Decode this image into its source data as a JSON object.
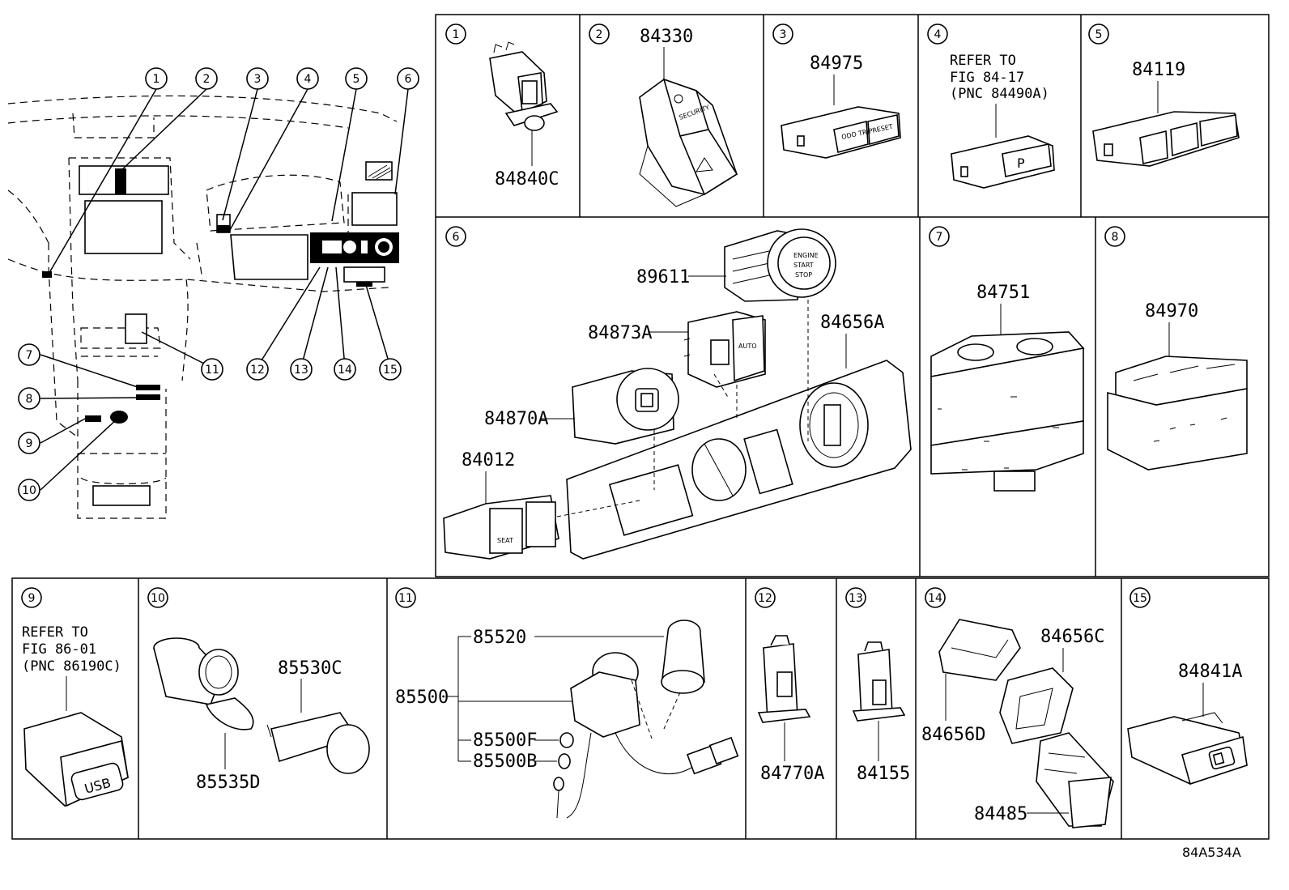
{
  "overview": {
    "callouts": [
      "1",
      "2",
      "3",
      "4",
      "5",
      "6",
      "7",
      "8",
      "9",
      "10",
      "11",
      "12",
      "13",
      "14",
      "15"
    ]
  },
  "panels": [
    {
      "num": "1",
      "parts": [
        "84840C"
      ]
    },
    {
      "num": "2",
      "parts": [
        "84330"
      ]
    },
    {
      "num": "3",
      "parts": [
        "84975"
      ]
    },
    {
      "num": "4",
      "parts": [],
      "ref": [
        "REFER TO",
        "FIG 84-17",
        "(PNC 84490A)"
      ]
    },
    {
      "num": "5",
      "parts": [
        "84119"
      ]
    },
    {
      "num": "6",
      "parts": [
        "89611",
        "84873A",
        "84656A",
        "84870A",
        "84012"
      ]
    },
    {
      "num": "7",
      "parts": [
        "84751"
      ]
    },
    {
      "num": "8",
      "parts": [
        "84970"
      ]
    },
    {
      "num": "9",
      "parts": [],
      "ref": [
        "REFER TO",
        "FIG 86-01",
        "(PNC 86190C)"
      ]
    },
    {
      "num": "10",
      "parts": [
        "85530C",
        "85535D"
      ]
    },
    {
      "num": "11",
      "parts": [
        "85520",
        "85500",
        "85500F",
        "85500B"
      ]
    },
    {
      "num": "12",
      "parts": [
        "84770A"
      ]
    },
    {
      "num": "13",
      "parts": [
        "84155"
      ]
    },
    {
      "num": "14",
      "parts": [
        "84656C",
        "84656D",
        "84485"
      ]
    },
    {
      "num": "15",
      "parts": [
        "84841A"
      ]
    }
  ],
  "switch_text": {
    "security": "SECURITY",
    "odo_trip": "ODO TRIP",
    "reset": "RESET",
    "engine": "ENGINE",
    "start": "START",
    "stop": "STOP",
    "auto": "AUTO",
    "seat": "SEAT",
    "usb": "USB"
  },
  "diagram_code": "84A534A"
}
